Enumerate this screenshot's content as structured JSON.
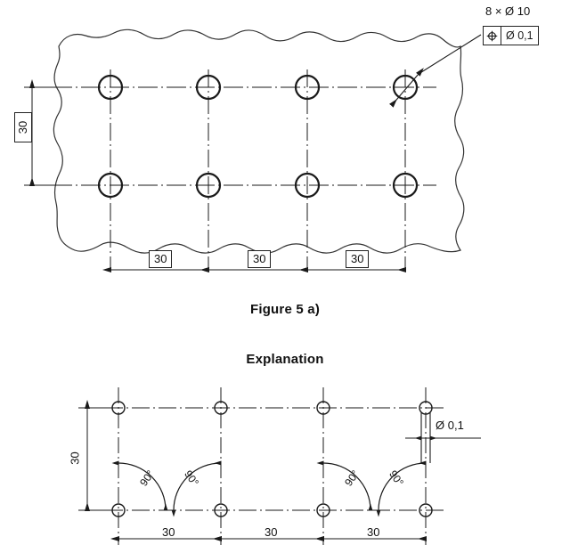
{
  "figure_a": {
    "caption": "Figure 5 a)",
    "callout": {
      "quantity_label": "8 × Ø 10",
      "symbol_name": "position-symbol",
      "tolerance": "Ø 0,1"
    },
    "vertical_dimension": "30",
    "horizontal_dimensions": [
      "30",
      "30",
      "30"
    ],
    "hole_count": 8,
    "rows": 2,
    "columns": 4,
    "hole_label": "hole"
  },
  "explanation": {
    "caption": "Explanation",
    "vertical_dimension": "30",
    "horizontal_dimensions": [
      "30",
      "30",
      "30"
    ],
    "tolerance_zone_label": "Ø 0,1",
    "angles": [
      "90°",
      "90°",
      "90°",
      "90°"
    ],
    "hole_count": 8
  },
  "colors": {
    "line": "#1a1a1a",
    "thin_line": "#333333",
    "background": "#ffffff",
    "text": "#111111"
  }
}
